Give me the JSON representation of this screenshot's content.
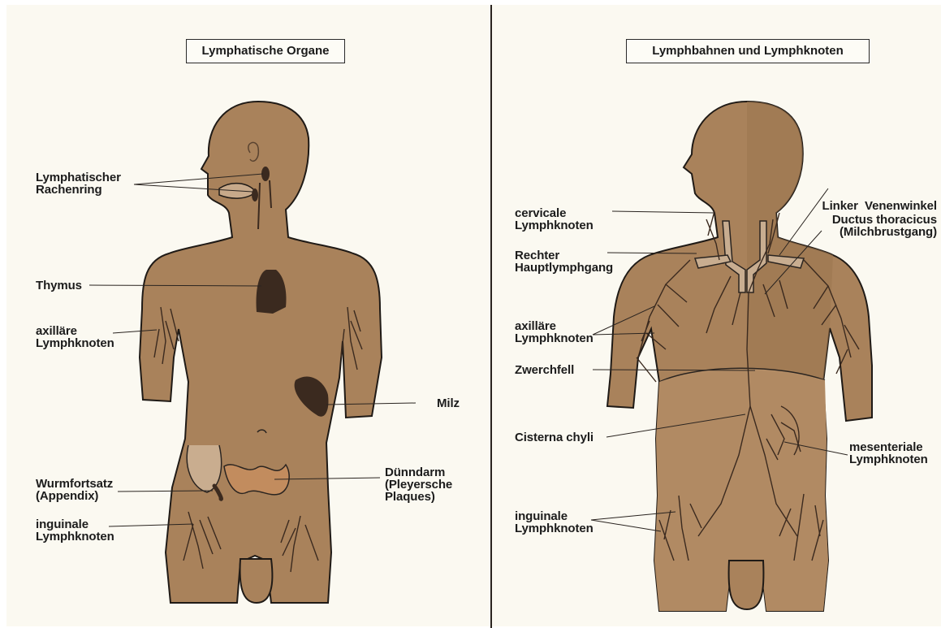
{
  "colors": {
    "skin": "#a9825b",
    "skin_shadow": "#8b6644",
    "organ": "#3b2a1f",
    "line": "#2a2420",
    "paper": "#fbf9f1"
  },
  "left_panel": {
    "title": "Lymphatische Organe",
    "labels": {
      "rachenring": [
        "Lymphatischer",
        "Rachenring"
      ],
      "thymus": [
        "Thymus"
      ],
      "axillaere": [
        "axilläre",
        "Lymphknoten"
      ],
      "milz": [
        "Milz"
      ],
      "wurmfortsatz": [
        "Wurmfortsatz",
        "(Appendix)"
      ],
      "duenndarm": [
        "Dünndarm",
        "(Pleyersche",
        "Plaques)"
      ],
      "inguinale": [
        "inguinale",
        "Lymphknoten"
      ]
    }
  },
  "right_panel": {
    "title": "Lymphbahnen und Lymphknoten",
    "labels": {
      "cervicale": [
        "cervicale",
        "Lymphknoten"
      ],
      "rechter": [
        "Rechter",
        "Hauptlymphgang"
      ],
      "axillaere": [
        "axilläre",
        "Lymphknoten"
      ],
      "zwerchfell": [
        "Zwerchfell"
      ],
      "cisterna": [
        "Cisterna chyli"
      ],
      "inguinale": [
        "inguinale",
        "Lymphknoten"
      ],
      "venenwinkel": [
        "Linker  Venenwinkel"
      ],
      "ductus": [
        "Ductus thoracicus",
        "(Milchbrustgang)"
      ],
      "mesenteriale": [
        "mesenteriale",
        "Lymphknoten"
      ]
    }
  }
}
